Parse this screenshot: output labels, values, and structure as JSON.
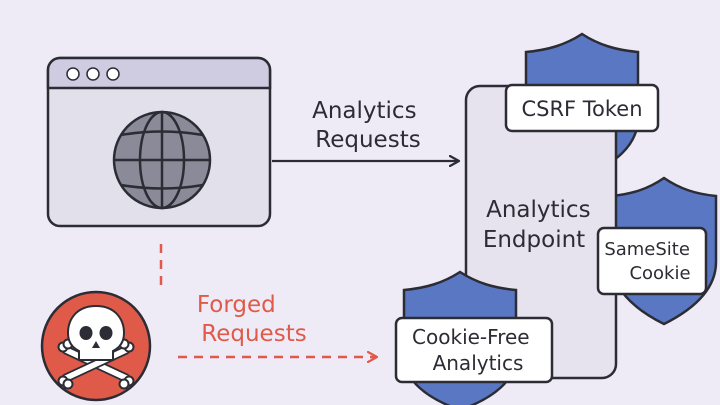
{
  "colors": {
    "background": "#eeebf7",
    "ink": "#2c2c34",
    "panel_fill": "#e6e3ee",
    "window_fill": "#e2e0ea",
    "shield_fill": "#5a77c4",
    "danger": "#e05a4a",
    "white": "#ffffff"
  },
  "icons": {
    "browser": "browser-window-icon",
    "globe": "globe-icon",
    "attacker": "skull-crossbones-icon",
    "shield": "shield-icon"
  },
  "labels": {
    "analytics_requests": [
      "Analytics",
      "Requests"
    ],
    "forged_requests": [
      "Forged",
      "Requests"
    ],
    "endpoint": [
      "Analytics",
      "Endpoint"
    ],
    "csrf_token": "CSRF Token",
    "samesite_cookie": [
      "SameSite",
      "Cookie"
    ],
    "cookie_free_analytics": [
      "Cookie-Free",
      "Analytics"
    ]
  }
}
